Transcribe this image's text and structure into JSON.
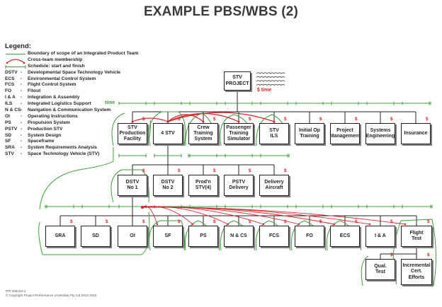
{
  "title": "EXAMPLE PBS/WBS (2)",
  "legend": {
    "heading": "Legend:",
    "symbols": [
      {
        "name": "boundary",
        "text": "Boundary of scope of an Integrated Product Team"
      },
      {
        "name": "cross",
        "text": "Cross-team membership"
      },
      {
        "name": "schedule",
        "text": "Schedule: start and finish"
      }
    ],
    "abbreviations": [
      {
        "abbr": "DSTV",
        "def": "Developmental Space Technology Vehicle"
      },
      {
        "abbr": "ECS",
        "def": "Environmental Control System"
      },
      {
        "abbr": "FCS",
        "def": "Flight Control System"
      },
      {
        "abbr": "FO",
        "def": "Fitout"
      },
      {
        "abbr": "I & A",
        "def": "Integration & Assembly"
      },
      {
        "abbr": "ILS",
        "def": "Integrated Logistics Support"
      },
      {
        "abbr": "N & CS",
        "def": "Navigation & Communication System"
      },
      {
        "abbr": "OI",
        "def": "Operating Instructions"
      },
      {
        "abbr": "PS",
        "def": "Propulsion System"
      },
      {
        "abbr": "PSTV",
        "def": "Production STV"
      },
      {
        "abbr": "SD",
        "def": "System Design"
      },
      {
        "abbr": "SF",
        "def": "Spaceframe"
      },
      {
        "abbr": "SRA",
        "def": "System Requirements Analysis"
      },
      {
        "abbr": "STV",
        "def": "Space Technology Vehicle (STV)"
      }
    ]
  },
  "labels": {
    "time": "time",
    "dollar": "$",
    "dollar_time": "$ time"
  },
  "nodes": {
    "root": {
      "lines": [
        "STV",
        "PROJECT"
      ]
    },
    "level1": [
      {
        "id": "stv-production-facility",
        "lines": [
          "STV",
          "Production",
          "Facility"
        ]
      },
      {
        "id": "4-stv",
        "lines": [
          "4 STV"
        ]
      },
      {
        "id": "crew-training-system",
        "lines": [
          "Crew",
          "Training",
          "System"
        ]
      },
      {
        "id": "passenger-training-simulator",
        "lines": [
          "Passenger",
          "Training",
          "Simulator"
        ]
      },
      {
        "id": "stv-ils",
        "lines": [
          "STV",
          "ILS"
        ]
      },
      {
        "id": "initial-op-training",
        "lines": [
          "Initial Op",
          "Training"
        ]
      },
      {
        "id": "project-management",
        "lines": [
          "Project",
          "Management"
        ]
      },
      {
        "id": "systems-engineering",
        "lines": [
          "Systems",
          "Engineering"
        ]
      },
      {
        "id": "insurance",
        "lines": [
          "Insurance"
        ]
      }
    ],
    "level2": [
      {
        "id": "dstv-no-1",
        "lines": [
          "DSTV",
          "No 1"
        ]
      },
      {
        "id": "dstv-no-2",
        "lines": [
          "DSTV",
          "No 2"
        ]
      },
      {
        "id": "prodn-stv",
        "lines": [
          "Prod'n",
          "STV(4)"
        ]
      },
      {
        "id": "pstv-delivery",
        "lines": [
          "PSTV",
          "Delivery"
        ]
      },
      {
        "id": "delivery-aircraft",
        "lines": [
          "Delivery",
          "Aircraft"
        ]
      }
    ],
    "level3": [
      {
        "id": "sra",
        "lines": [
          "SRA"
        ]
      },
      {
        "id": "sd",
        "lines": [
          "SD"
        ]
      },
      {
        "id": "oi",
        "lines": [
          "OI"
        ]
      },
      {
        "id": "sf",
        "lines": [
          "SF"
        ]
      },
      {
        "id": "ps",
        "lines": [
          "PS"
        ]
      },
      {
        "id": "n-cs",
        "lines": [
          "N & CS"
        ]
      },
      {
        "id": "fcs",
        "lines": [
          "FCS"
        ]
      },
      {
        "id": "fo",
        "lines": [
          "FO"
        ]
      },
      {
        "id": "ecs",
        "lines": [
          "ECS"
        ]
      },
      {
        "id": "i-a",
        "lines": [
          "I & A"
        ]
      },
      {
        "id": "flight-test",
        "lines": [
          "Flight",
          "Test"
        ]
      }
    ],
    "level4": [
      {
        "id": "qual-test",
        "lines": [
          "Qual.",
          "Test"
        ]
      },
      {
        "id": "incremental-cert-efforts",
        "lines": [
          "Incremental",
          "Cert.",
          "Efforts"
        ]
      }
    ]
  },
  "colors": {
    "green": "#3f9c3f",
    "red": "#d2232a",
    "line": "#231f20"
  },
  "footer": {
    "line1": "PPI 005163-4",
    "line2": "© Copyright Project Performance (Australia) Pty Ltd 2012-2015"
  }
}
